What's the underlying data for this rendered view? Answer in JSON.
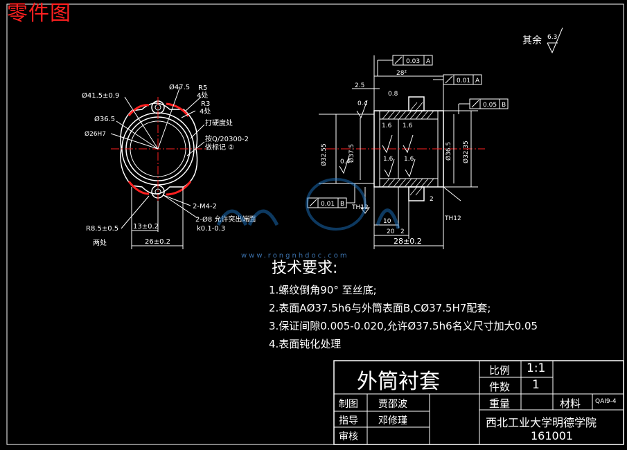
{
  "title": "零件图",
  "roughness_note": {
    "text": "其余",
    "value": "6.3"
  },
  "left_view": {
    "labels": {
      "d415": "Ø41.5±0.9",
      "d475": "Ø47.5",
      "r5": "R5",
      "r5_count": "4处",
      "r3": "R3",
      "r3_count": "4处",
      "d365": "Ø36.5",
      "d26": "Ø26H7",
      "hardness": "打硬度处",
      "standard": "按Q/20300-2",
      "marking": "做标记 ②",
      "thread": "2-M4-2",
      "holes": "2-Ø8 允许突出端面",
      "k": "k0.1-0.3",
      "r85": "R8.5±0.5",
      "r85_count": "两处",
      "dim13": "13±0.2",
      "dim26": "26±0.2"
    }
  },
  "section_view": {
    "labels": {
      "tol_a": "0.03",
      "datum_a": "A",
      "tol_a2": "0.01",
      "datum_a2": "A",
      "tol_b": "0.05",
      "datum_b": "B",
      "tol_b2": "0.01",
      "datum_b2": "B",
      "dim282": "28²",
      "dim25": "2.5",
      "r04a": "0.4",
      "r16": "1.6",
      "r16b": "1.6",
      "r16c": "1.6",
      "r16d": "1.6",
      "r08": "0.8",
      "r04b": "0.4",
      "d3255": "Ø32.55",
      "d375": "Ø37.5",
      "d365": "Ø36.5",
      "d3235": "Ø32.35",
      "th_left": "TH12",
      "th_right": "TH12",
      "dim10": "10",
      "dim20": "20",
      "dim2a": "2",
      "dim2b": "2",
      "dim28": "28±0.2"
    }
  },
  "watermark": "www.rongnhdoc.com",
  "requirements": {
    "title": "技术要求:",
    "items": [
      "1.螺纹倒角90° 至丝底;",
      "2.表面AØ37.5h6与外筒表面B,CØ37.5H7配套;",
      "3.保证间隙0.005-0.020,允许Ø37.5h6名义尺寸加大0.05",
      "4.表面钝化处理"
    ]
  },
  "title_block": {
    "part_name": "外筒衬套",
    "scale_label": "比例",
    "scale_value": "1:1",
    "qty_label": "件数",
    "qty_value": "1",
    "weight_label": "重量",
    "material_label": "材料",
    "drawing_no": "QAI9-4",
    "drawn_label": "制图",
    "drawn_name": "贾邵波",
    "guide_label": "指导",
    "guide_name": "邓修瑾",
    "review_label": "审核",
    "school": "西北工业大学明德学院",
    "class_no": "161001"
  }
}
